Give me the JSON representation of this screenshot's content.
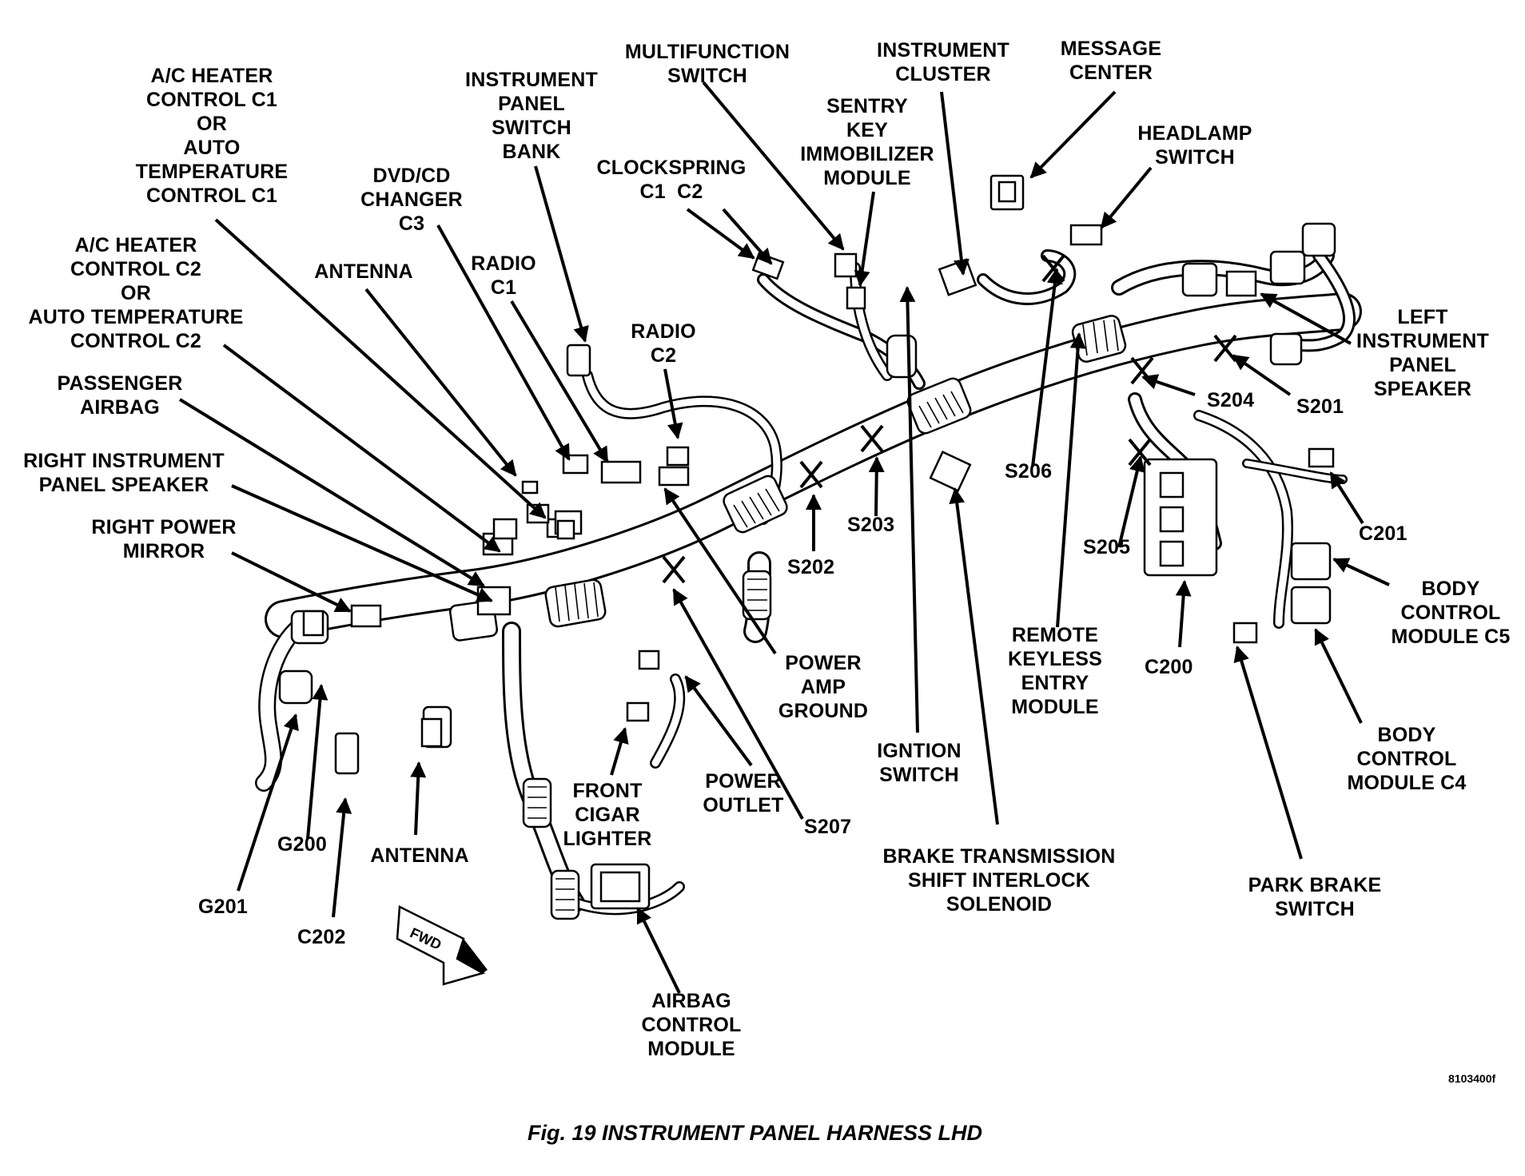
{
  "caption": "Fig. 19 INSTRUMENT PANEL HARNESS LHD",
  "image_code": "8103400f",
  "fwd_arrow_label": "FWD",
  "labels": {
    "ac_heater_c1": "A/C HEATER\nCONTROL C1\nOR\nAUTO\nTEMPERATURE\nCONTROL C1",
    "ac_heater_c2": "A/C HEATER\nCONTROL C2\nOR\nAUTO TEMPERATURE\nCONTROL C2",
    "passenger_airbag": "PASSENGER\nAIRBAG",
    "right_ip_speaker": "RIGHT INSTRUMENT\nPANEL SPEAKER",
    "right_power_mirror": "RIGHT POWER\nMIRROR",
    "antenna_top": "ANTENNA",
    "dvd_cd_changer": "DVD/CD\nCHANGER\nC3",
    "radio_c1": "RADIO\nC1",
    "ip_switch_bank": "INSTRUMENT\nPANEL\nSWITCH\nBANK",
    "radio_c2": "RADIO\nC2",
    "clockspring": "CLOCKSPRING\nC1  C2",
    "multifunction_switch": "MULTIFUNCTION\nSWITCH",
    "sentry_key": "SENTRY\nKEY\nIMMOBILIZER\nMODULE",
    "instrument_cluster": "INSTRUMENT\nCLUSTER",
    "message_center": "MESSAGE\nCENTER",
    "headlamp_switch": "HEADLAMP\nSWITCH",
    "left_ip_speaker": "LEFT\nINSTRUMENT\nPANEL\nSPEAKER",
    "s204": "S204",
    "s201": "S201",
    "s206": "S206",
    "c201": "C201",
    "s205": "S205",
    "body_control_c5": "BODY\nCONTROL\nMODULE C5",
    "c200": "C200",
    "remote_keyless": "REMOTE\nKEYLESS\nENTRY\nMODULE",
    "body_control_c4": "BODY\nCONTROL\nMODULE C4",
    "s203": "S203",
    "s202": "S202",
    "power_amp_ground": "POWER\nAMP\nGROUND",
    "ignition_switch": "IGNTION\nSWITCH",
    "power_outlet": "POWER\nOUTLET",
    "s207": "S207",
    "front_cigar_lighter": "FRONT\nCIGAR\nLIGHTER",
    "brake_transmission": "BRAKE TRANSMISSION\nSHIFT INTERLOCK\nSOLENOID",
    "park_brake_switch": "PARK BRAKE\nSWITCH",
    "g200": "G200",
    "antenna_bottom": "ANTENNA",
    "g201": "G201",
    "c202": "C202",
    "airbag_control_module": "AIRBAG\nCONTROL\nMODULE"
  }
}
